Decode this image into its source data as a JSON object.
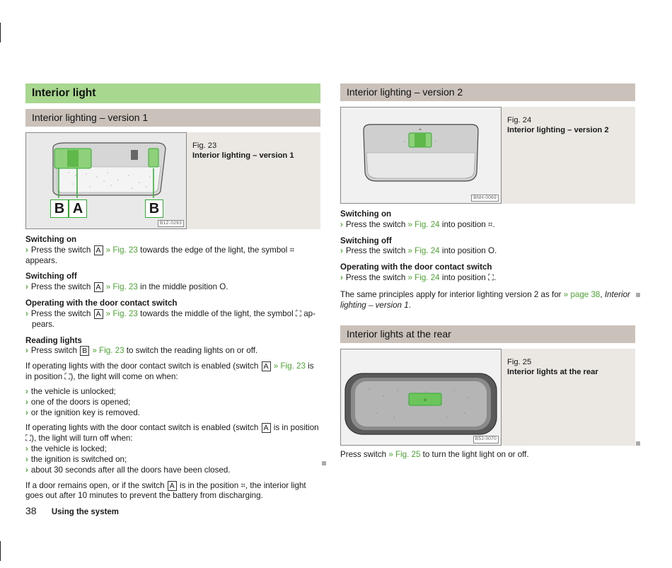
{
  "left": {
    "chapter_title": "Interior light",
    "section_title": "Interior lighting – version 1",
    "fig": {
      "label": "Fig. 23",
      "title": "Interior lighting – version 1",
      "code": "B1Z-0293",
      "letters": [
        "B",
        "A",
        "B"
      ]
    },
    "switching_on": {
      "heading": "Switching on",
      "pre": "Press the switch",
      "key": "A",
      "ref": "» Fig. 23",
      "post": "towards the edge of the light, the symbol ⌗ appears."
    },
    "switching_off": {
      "heading": "Switching off",
      "pre": "Press the switch",
      "key": "A",
      "ref": "» Fig. 23",
      "post": "in the middle position O."
    },
    "door_contact": {
      "heading": "Operating with the door contact switch",
      "pre": "Press the switch",
      "key": "A",
      "ref": "» Fig. 23",
      "post": "towards the middle of the light, the symbol ⛶ ap-",
      "post2": "pears."
    },
    "reading": {
      "heading": "Reading lights",
      "pre": "Press switch",
      "key": "B",
      "ref": "» Fig. 23",
      "post": "to switch the reading lights on or off."
    },
    "para1": {
      "pre": "If operating lights with the door contact switch is enabled (switch",
      "key": "A",
      "ref": "» Fig. 23",
      "post": "is",
      "line2": "in position ⛶), the light will come on when:"
    },
    "list1": [
      "the vehicle is unlocked;",
      "one of the doors is opened;",
      "or the ignition key is removed."
    ],
    "para2": {
      "pre": "If operating lights with the door contact switch is enabled (switch",
      "key": "A",
      "post": "is in position",
      "line2": "⛶), the light will turn off when:"
    },
    "list2": [
      "the vehicle is locked;",
      "the ignition is switched on;",
      "about 30 seconds after all the doors have been closed."
    ],
    "para3": {
      "pre": "If a door remains open, or if the switch",
      "key": "A",
      "post": "is in the position ⌗, the interior light",
      "line2": "goes out after 10 minutes to prevent the battery from discharging."
    }
  },
  "right": {
    "section_title": "Interior lighting – version 2",
    "fig": {
      "label": "Fig. 24",
      "title": "Interior lighting – version 2",
      "code": "BNH-0069"
    },
    "switching_on": {
      "heading": "Switching on",
      "pre": "Press the switch",
      "ref": "» Fig. 24",
      "post": "into position ⌗."
    },
    "switching_off": {
      "heading": "Switching off",
      "pre": "Press the switch",
      "ref": "» Fig. 24",
      "post": "into position O."
    },
    "door_contact": {
      "heading": "Operating with the door contact switch",
      "pre": "Press the switch",
      "ref": "» Fig. 24",
      "post": "into position ⛶."
    },
    "same_principles": {
      "pre": "The same principles apply for interior lighting version 2 as for",
      "ref": "» page 38",
      "post": ",",
      "italic": "Interior",
      "line2_italic": "lighting – version 1",
      "line2_post": "."
    },
    "section2_title": "Interior lights at the rear",
    "fig2": {
      "label": "Fig. 25",
      "title": "Interior lights at the rear",
      "code": "B5J-0070"
    },
    "rear_text": {
      "pre": "Press switch",
      "ref": "» Fig. 25",
      "post": "to turn the light light on or off."
    }
  },
  "footer": {
    "page_number": "38",
    "title": "Using the system"
  }
}
